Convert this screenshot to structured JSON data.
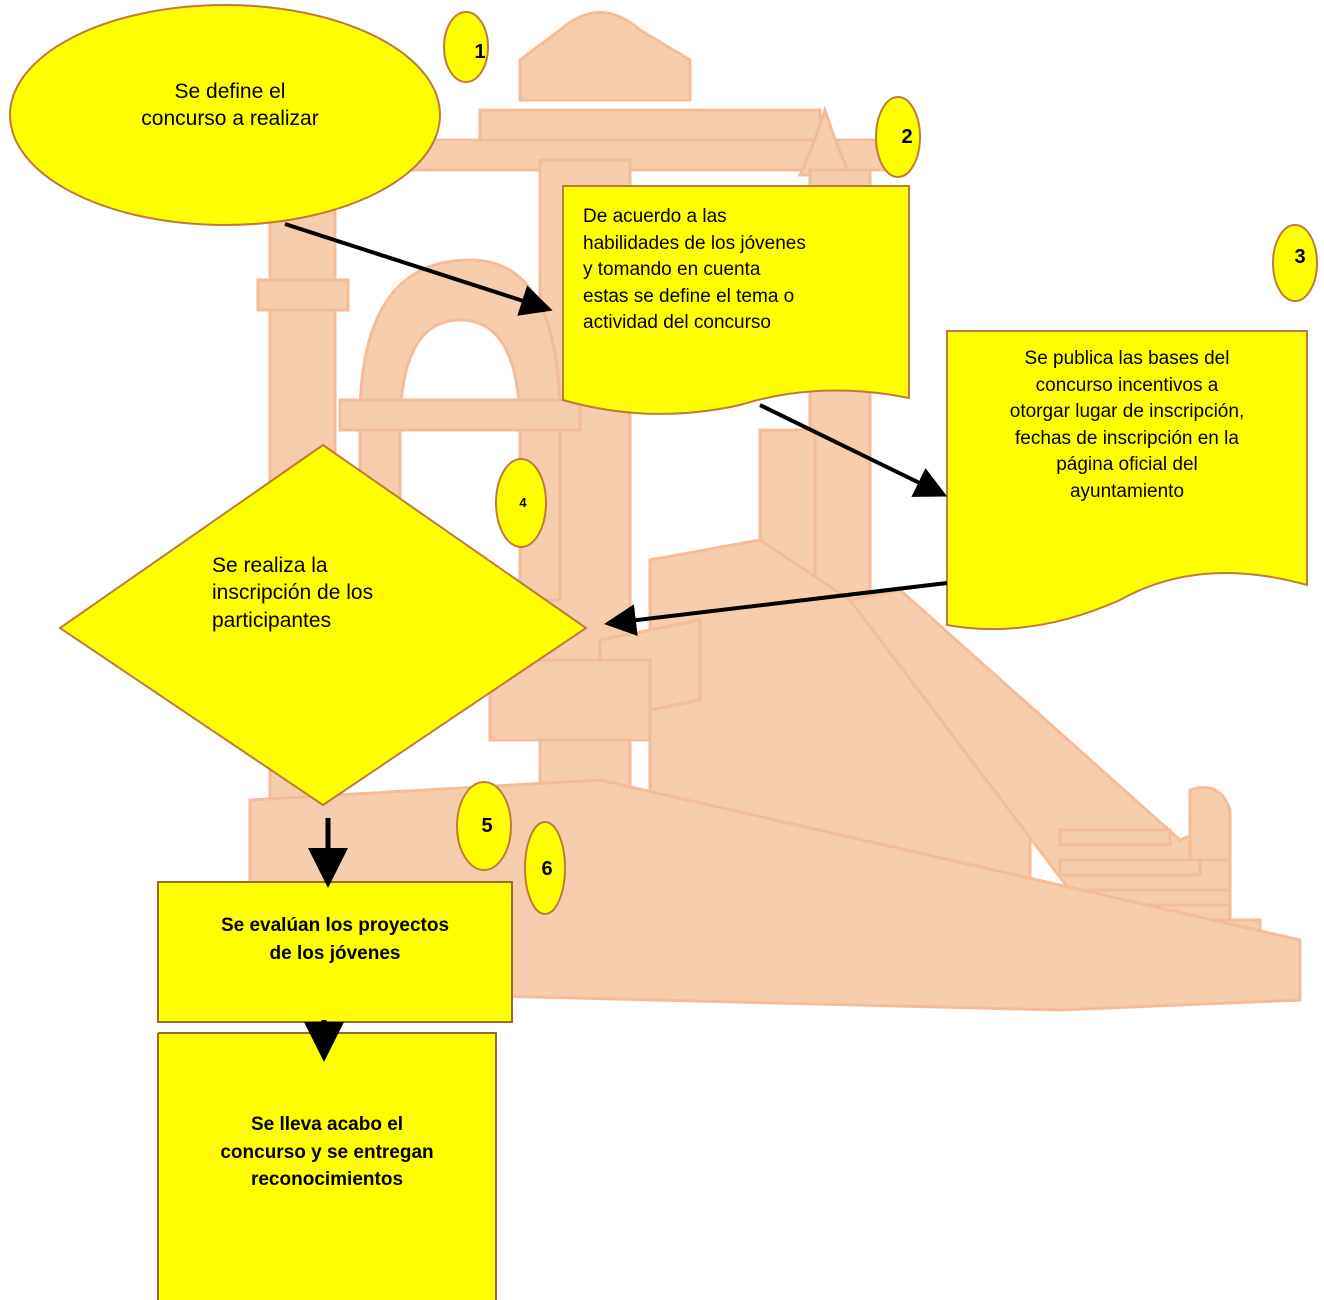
{
  "diagram": {
    "colors": {
      "shape_fill": "#ffff00",
      "shape_stroke": "#c07a3a",
      "arrow": "#000000",
      "background_illustration": "#f7c9a5",
      "background_illustration_shade": "#f2b68e"
    },
    "background": {
      "icon": "stone-staircase-kiosk-illustration"
    },
    "steps": [
      {
        "number": "1",
        "shape": "ellipse",
        "text": "Se  define  el\nconcurso  a   realizar"
      },
      {
        "number": "2",
        "shape": "document",
        "text": "De acuerdo a las\nhabilidades de los  jóvenes\ny tomando  en  cuenta\nestas  se  define el  tema  o\nactividad del  concurso"
      },
      {
        "number": "3",
        "shape": "document",
        "text": "Se  publica  las  bases del\nconcurso incentivos  a\notorgar lugar de  inscripción,\nfechas  de  inscripción en  la\npágina oficial  del\nayuntamiento"
      },
      {
        "number": "4",
        "shape": "diamond",
        "text": "Se  realiza  la\ninscripción  de los\nparticipantes"
      },
      {
        "number": "5",
        "shape": "rectangle",
        "text": "Se  evalúan  los  proyectos\nde los  jóvenes"
      },
      {
        "number": "6",
        "shape": "rectangle",
        "text": "Se  lleva  acabo  el\nconcurso y se  entregan\nreconocimientos"
      }
    ]
  }
}
